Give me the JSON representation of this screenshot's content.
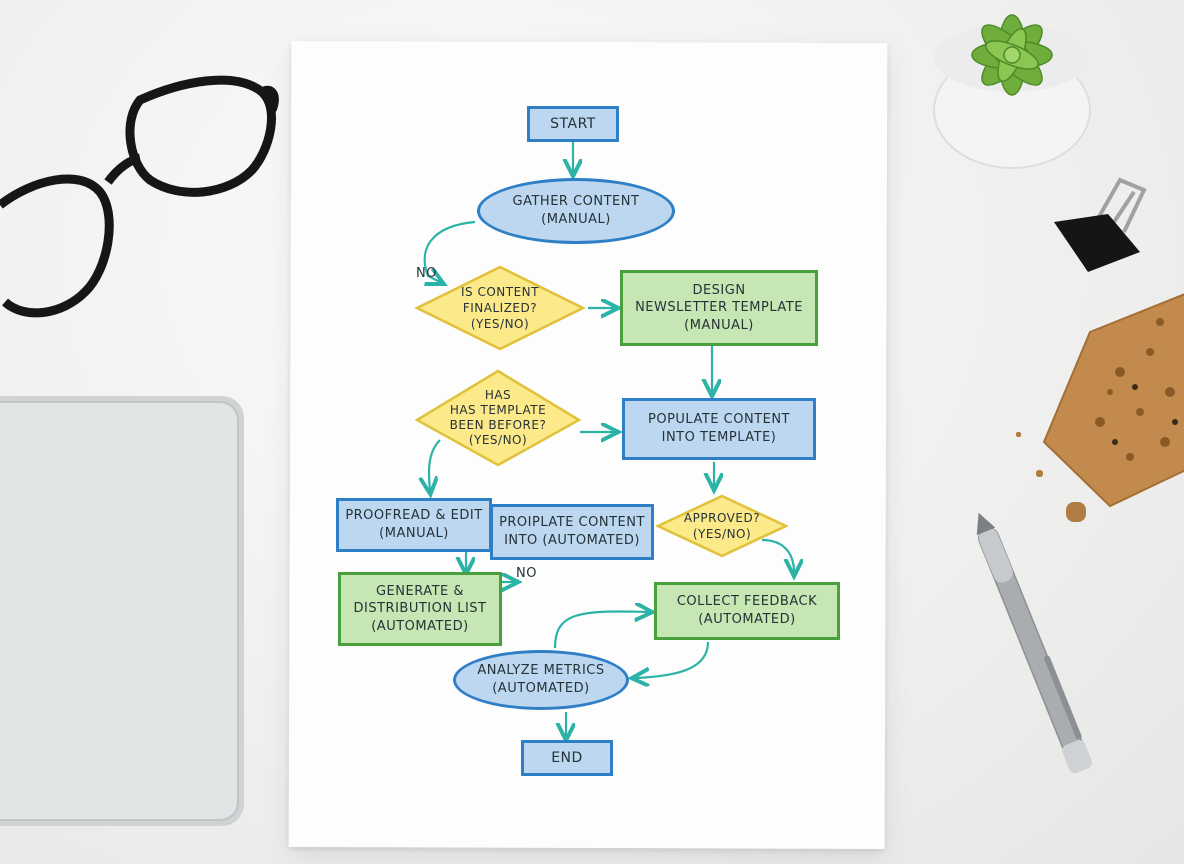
{
  "nodes": {
    "start": "START",
    "gather": "GATHER CONTENT\n(MANUAL)",
    "finalized": "IS CONTENT\nFINALIZED?\n(YES/NO)",
    "design": "DESIGN\nNEWSLETTER TEMPLATE\n(MANUAL)",
    "has_template": "HAS\nHAS TEMPLATE\nBEEN BEFORE?\n(YES/NO)",
    "populate": "POPULATE CONTENT\nINTO TEMPLATE)",
    "proofread": "PROOFREAD & EDIT\n(MANUAL)",
    "proiplate": "PROIPLATE CONTENT\nINTO (AUTOMATED)",
    "approved": "APPROVED?\n(YES/NO)",
    "generate": "GENERATE &\nDISTRIBUTION LIST\n(AUTOMATED)",
    "collect": "COLLECT FEEDBACK\n(AUTOMATED)",
    "analyze": "ANALYZE METRICS\n(AUTOMATED)",
    "end": "END"
  },
  "labels": {
    "no_top": "NO",
    "no_bottom": "NO"
  },
  "colors": {
    "blue_fill": "#bcd7ef",
    "blue_stroke": "#2f7fc6",
    "green_fill": "#c6e7b3",
    "green_stroke": "#49a03d",
    "yellow_fill": "#fbe98a",
    "yellow_stroke": "#e1c13a",
    "arrow": "#2bb3a8"
  },
  "icons": [
    "eyeglasses",
    "laptop",
    "succulent-plant",
    "binder-clip",
    "granola-bar",
    "pen"
  ]
}
